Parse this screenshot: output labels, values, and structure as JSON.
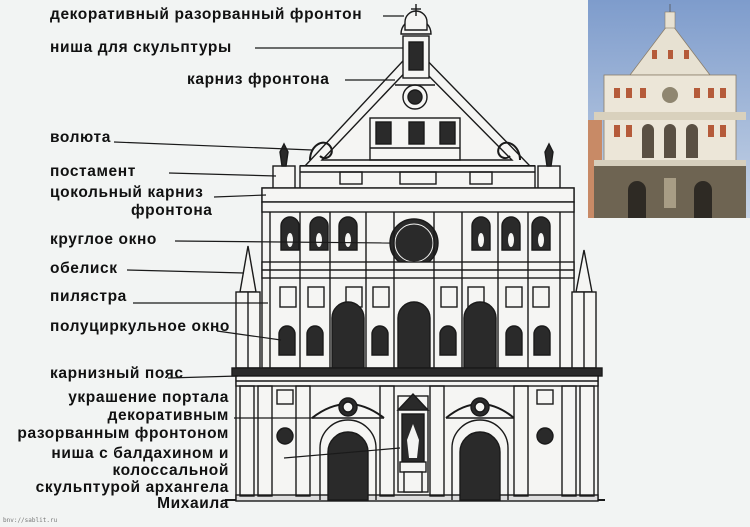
{
  "labels": {
    "pediment": "декоративный разорванный фронтон",
    "niche": "ниша для скульптуры",
    "cornice": "карниз фронтона",
    "volute": "волюта",
    "pedestal": "постамент",
    "plinth_1": "цокольный карниз",
    "plinth_2": "фронтона",
    "round_window": "круглое окно",
    "obelisk": "обелиск",
    "pilaster": "пилястра",
    "arched_window": "полуциркульное окно",
    "belt": "карнизный пояс",
    "portal_1": "украшение портала",
    "portal_2": "декоративным",
    "portal_3": "разорванным фронтоном",
    "canopy_1": "ниша с балдахином и",
    "canopy_2": "колоссальной",
    "canopy_3": "скульптурой архангела",
    "canopy_4": "Михаила"
  },
  "credit": "bnv://sablit.ru",
  "colors": {
    "ink": "#1a1a1a",
    "paper": "#f2f4f3",
    "wall": "#f5f5f3",
    "sky": "#9fb6d8",
    "stone": "#e9e2d3",
    "brick": "#b55b3a"
  }
}
